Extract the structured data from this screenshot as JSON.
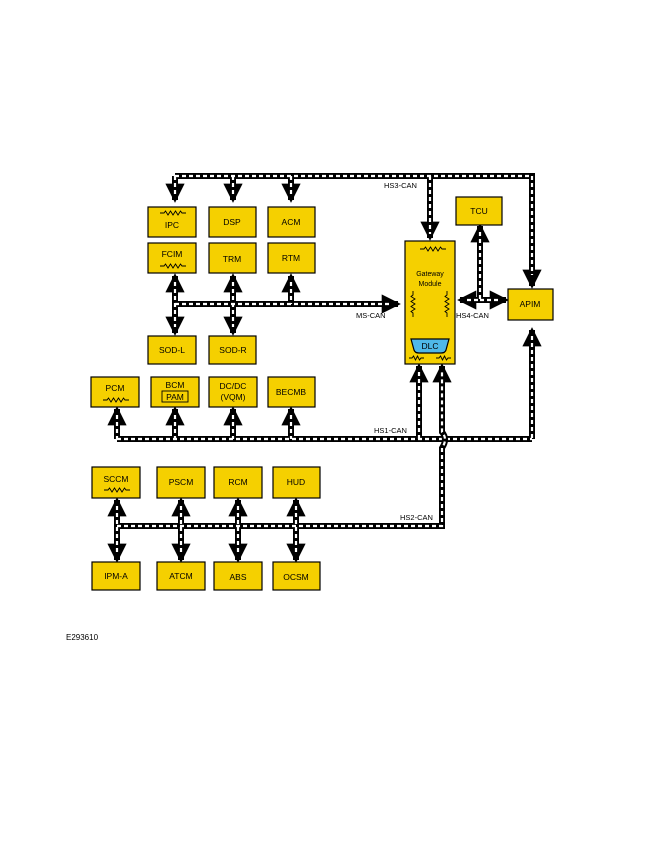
{
  "colors": {
    "module_fill": "#f5d000",
    "dlc_fill": "#4fb8e8",
    "bus": "#000000"
  },
  "buses": {
    "hs3": "HS3-CAN",
    "hs4": "HS4-CAN",
    "ms": "MS-CAN",
    "hs1": "HS1-CAN",
    "hs2": "HS2-CAN"
  },
  "modules": {
    "ipc": "IPC",
    "dsp": "DSP",
    "acm": "ACM",
    "tcu": "TCU",
    "fcim": "FCIM",
    "trm": "TRM",
    "rtm": "RTM",
    "gateway_line1": "Gateway",
    "gateway_line2": "Module",
    "dlc": "DLC",
    "apim": "APIM",
    "sodl": "SOD-L",
    "sodr": "SOD-R",
    "pcm": "PCM",
    "bcm": "BCM",
    "pam": "PAM",
    "dcdc_line1": "DC/DC",
    "dcdc_line2": "(VQM)",
    "becmb": "BECMB",
    "sccm": "SCCM",
    "pscm": "PSCM",
    "rcm": "RCM",
    "hud": "HUD",
    "ipma": "IPM-A",
    "atcm": "ATCM",
    "abs": "ABS",
    "ocsm": "OCSM"
  },
  "figure_id": "E293610"
}
